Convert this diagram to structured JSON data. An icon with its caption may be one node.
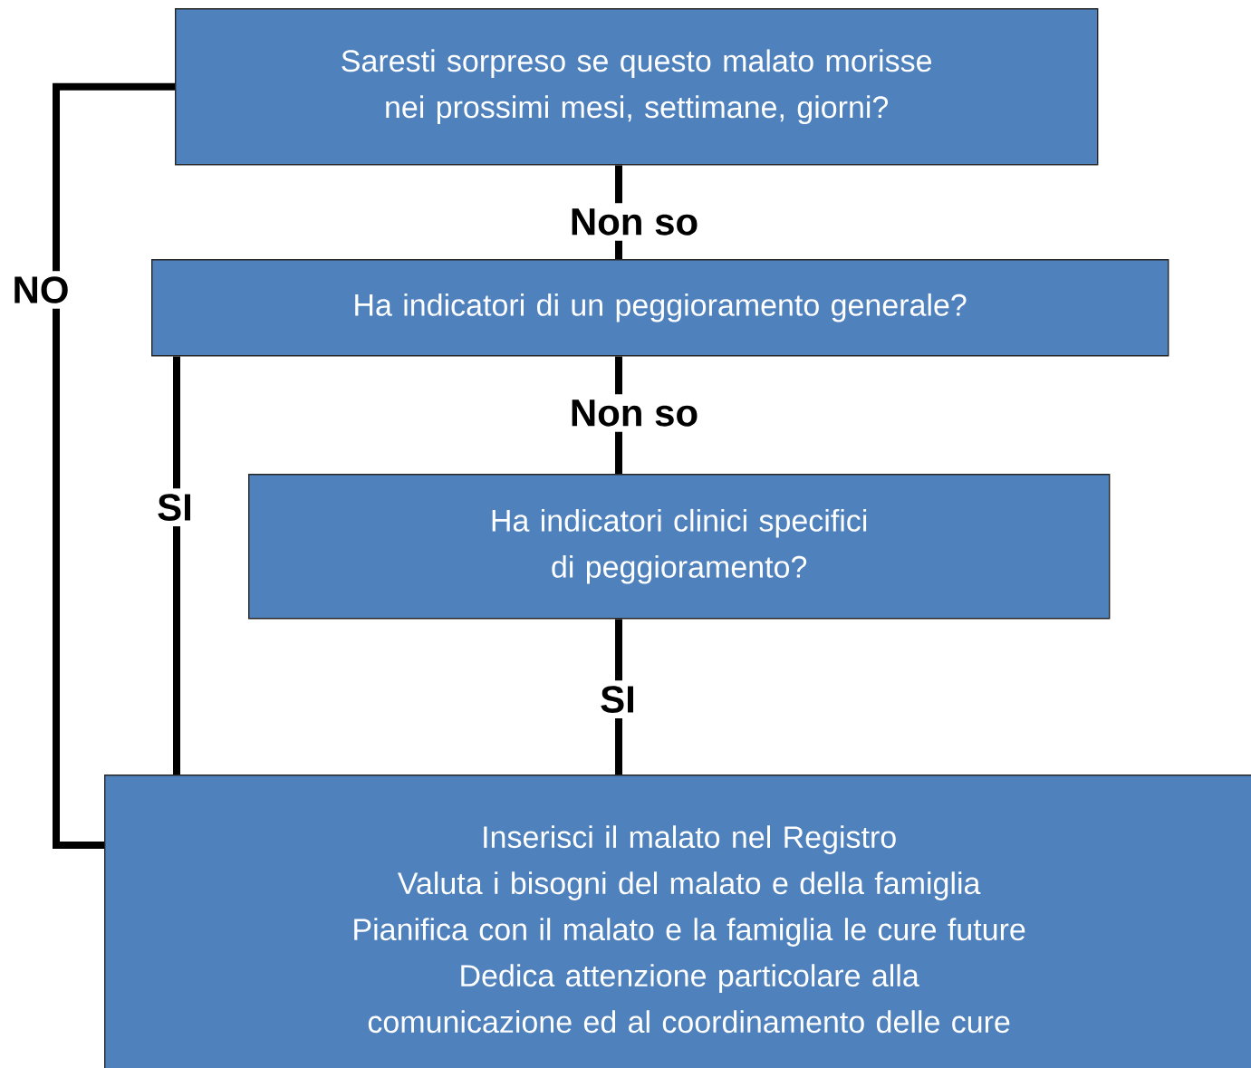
{
  "diagram": {
    "nodes": [
      {
        "text": [
          "Saresti sorpreso se questo malato morisse nei prossimi mesi, settimane, giorni?"
        ]
      },
      {
        "text": [
          "Ha indicatori di un peggioramento generale?"
        ]
      },
      {
        "text": [
          "Ha indicatori clinici specifici di peggioramento?"
        ]
      },
      {
        "text": [
          "Inserisci il malato nel Registro",
          "Valuta i bisogni del malato e della famiglia",
          "Pianifica con il malato e la famiglia le cure future",
          "Dedica attenzione particolare alla comunicazione ed al coordinamento delle cure"
        ]
      }
    ],
    "edges": [
      {
        "from": 0,
        "to": 1,
        "arrow": "none",
        "label": "Non so"
      },
      {
        "from": 1,
        "to": 2,
        "arrow": "none",
        "label": "Non so"
      },
      {
        "from": 2,
        "to": 3,
        "arrow": "none",
        "label": "SI"
      },
      {
        "from": 1,
        "to": 3,
        "arrow": "none",
        "label": "SI"
      },
      {
        "from": 0,
        "to": 3,
        "arrow": "none",
        "label": "NO"
      }
    ]
  }
}
